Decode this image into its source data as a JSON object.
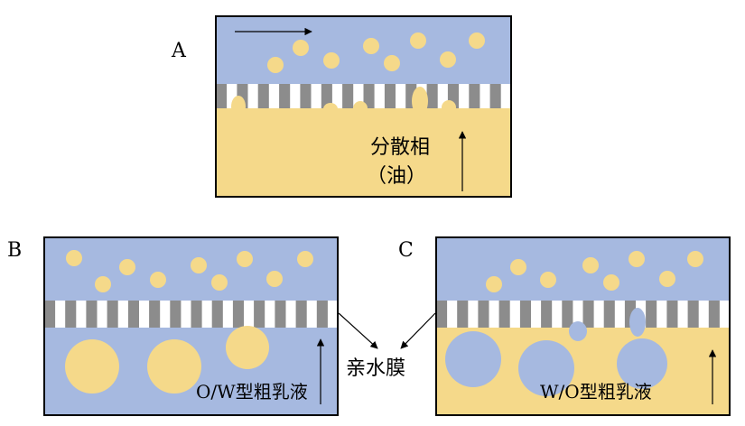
{
  "colors": {
    "water": "#a6b9e0",
    "oil": "#f5d98a",
    "membrane_solid": "#8c8c8c",
    "membrane_pore": "#ffffff",
    "frame": "#000000"
  },
  "panel_a": {
    "label": "A",
    "phase_line1": "分散相",
    "phase_line2": "（油）"
  },
  "panel_b": {
    "label": "B",
    "product": "O/W型粗乳液"
  },
  "panel_c": {
    "label": "C",
    "product": "W/O型粗乳液"
  },
  "membrane_label": "亲水膜"
}
